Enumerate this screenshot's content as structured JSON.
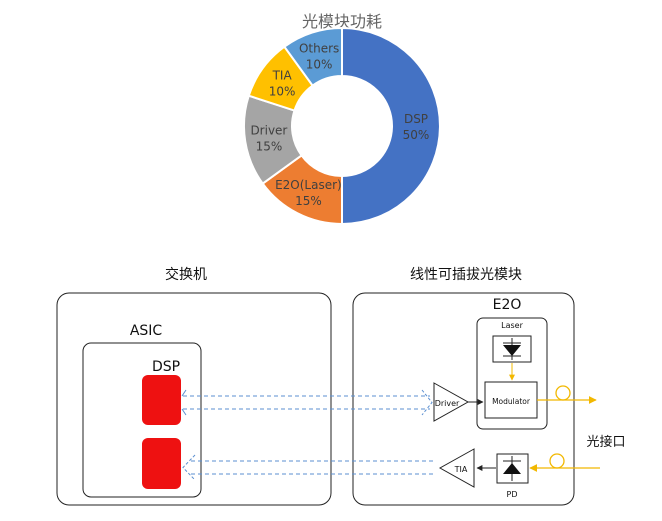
{
  "chart_data": {
    "type": "pie",
    "title": "光模块功耗",
    "slices": [
      {
        "label": "DSP",
        "value": 50,
        "percent": "50%",
        "color": "#4472C4"
      },
      {
        "label": "E2O(Laser)",
        "value": 15,
        "percent": "15%",
        "color": "#ED7D31"
      },
      {
        "label": "Driver",
        "value": 15,
        "percent": "15%",
        "color": "#A5A5A5"
      },
      {
        "label": "TIA",
        "value": 10,
        "percent": "10%",
        "color": "#FFC000"
      },
      {
        "label": "Others",
        "value": 10,
        "percent": "10%",
        "color": "#5B9BD5"
      }
    ],
    "legend": "none"
  },
  "diagram": {
    "switch_title": "交换机",
    "module_title": "线性可插拔光模块",
    "asic_label": "ASIC",
    "dsp_label": "DSP",
    "e2o_label": "E2O",
    "laser_label": "Laser",
    "modulator_label": "Modulator",
    "driver_label": "Driver",
    "tia_label": "TIA",
    "pd_label": "PD",
    "optical_port_label": "光接口",
    "colors": {
      "dsp_block": "#EE1111",
      "dashed_arrow": "#5B8FD0",
      "optical_line": "#F2B800",
      "box_border": "#222222"
    }
  }
}
